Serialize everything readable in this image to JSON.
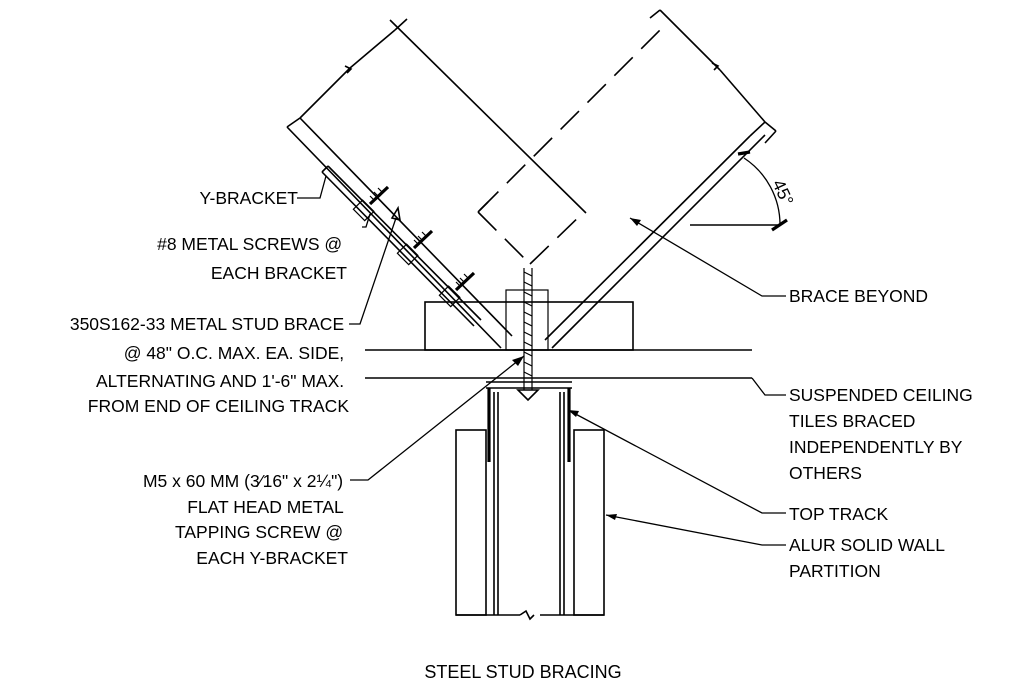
{
  "title": "STEEL STUD BRACING",
  "angle_label": "45°",
  "callouts": {
    "y_bracket": [
      "Y-BRACKET"
    ],
    "metal_screws": [
      "#8 METAL SCREWS @",
      "EACH BRACKET"
    ],
    "stud_brace": [
      "350S162-33 METAL STUD BRACE",
      "@ 48\" O.C. MAX. EA. SIDE,",
      "ALTERNATING AND 1'-6\" MAX.",
      "FROM END OF CEILING TRACK"
    ],
    "tapping_screw": [
      "M5 x 60 MM (3⁄16\" x 2¼\")",
      "FLAT HEAD METAL",
      "TAPPING SCREW @",
      "EACH Y-BRACKET"
    ],
    "brace_beyond": [
      "BRACE BEYOND"
    ],
    "ceiling_tiles": [
      "SUSPENDED CEILING",
      "TILES BRACED",
      "INDEPENDENTLY BY",
      "OTHERS"
    ],
    "top_track": [
      "TOP TRACK"
    ],
    "wall_partition": [
      "ALUR SOLID WALL",
      "PARTITION"
    ]
  }
}
